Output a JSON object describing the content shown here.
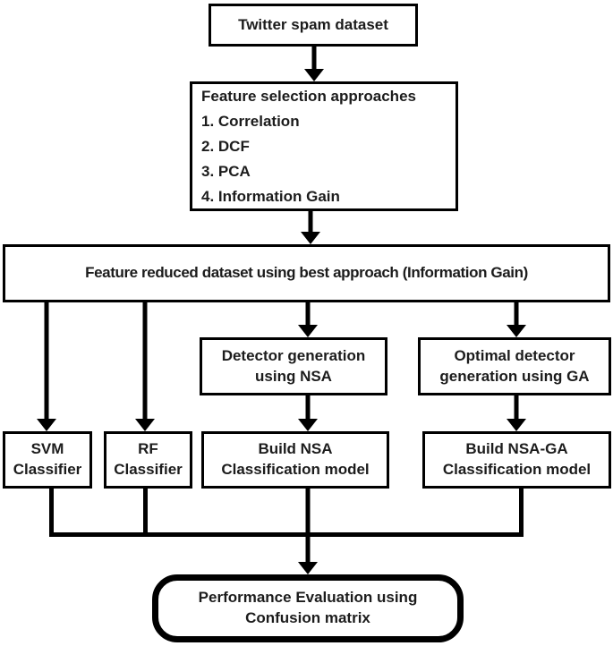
{
  "colors": {
    "line": "#000000",
    "text": "#1c1c1c",
    "background": "#ffffff",
    "box_fill": "#ffffff"
  },
  "nodes": {
    "dataset": {
      "label": "Twitter spam dataset"
    },
    "feature_selection": {
      "title": "Feature selection approaches",
      "items": [
        "1. Correlation",
        "2. DCF",
        "3. PCA",
        "4. Information Gain"
      ]
    },
    "reduced_dataset": {
      "label": "Feature reduced dataset using best approach (Information Gain)"
    },
    "nsa_detector": {
      "label": "Detector generation\nusing NSA"
    },
    "ga_detector": {
      "label": "Optimal detector\ngeneration using GA"
    },
    "svm_classifier": {
      "label": "SVM\nClassifier"
    },
    "rf_classifier": {
      "label": "RF\nClassifier"
    },
    "build_nsa": {
      "label": "Build NSA\nClassification model"
    },
    "build_nsa_ga": {
      "label": "Build NSA-GA\nClassification model"
    },
    "performance": {
      "label": "Performance Evaluation using\nConfusion matrix"
    }
  }
}
